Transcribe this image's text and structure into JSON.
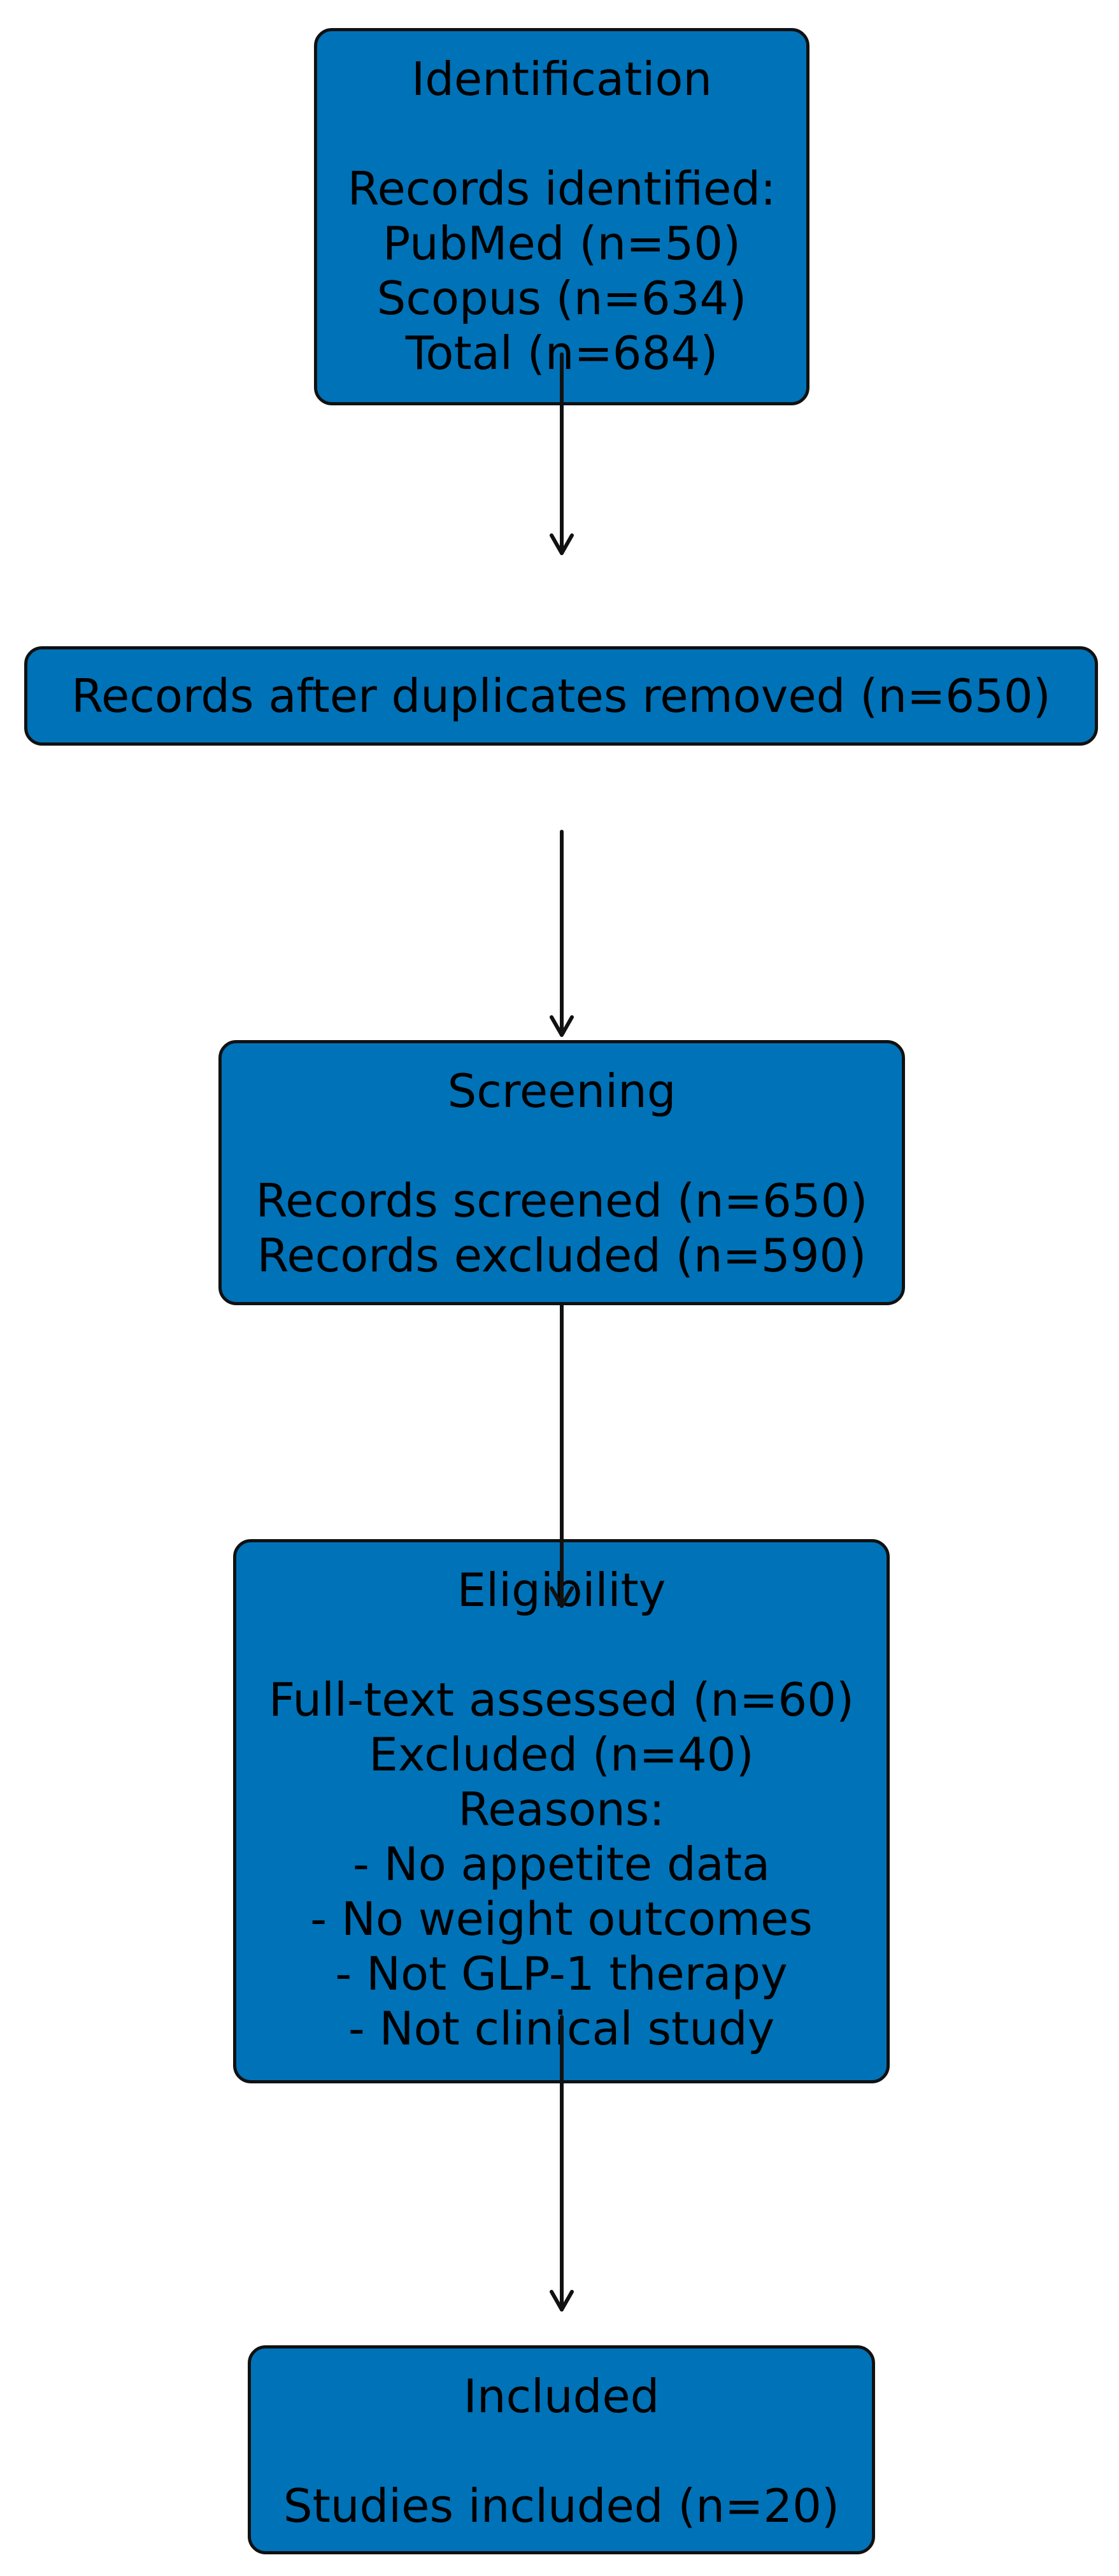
{
  "boxes": {
    "identification": {
      "heading": "Identification",
      "lines": [
        "Records identified:",
        "PubMed (n=50)",
        "Scopus (n=634)",
        "Total (n=684)"
      ]
    },
    "deduplication": {
      "text": "Records after duplicates removed (n=650)"
    },
    "screening": {
      "heading": "Screening",
      "lines": [
        "Records screened (n=650)",
        "Records excluded (n=590)"
      ]
    },
    "eligibility": {
      "heading": "Eligibility",
      "lines": [
        "Full-text assessed (n=60)",
        "Excluded (n=40)",
        "Reasons:",
        "- No appetite data",
        "- No weight outcomes",
        "- Not GLP-1 therapy",
        "- Not clinical study"
      ]
    },
    "included": {
      "heading": "Included",
      "lines": [
        "Studies included (n=20)"
      ]
    }
  },
  "colors": {
    "box_fill": "#0072b8",
    "box_border": "#111111",
    "arrow": "#111111"
  }
}
